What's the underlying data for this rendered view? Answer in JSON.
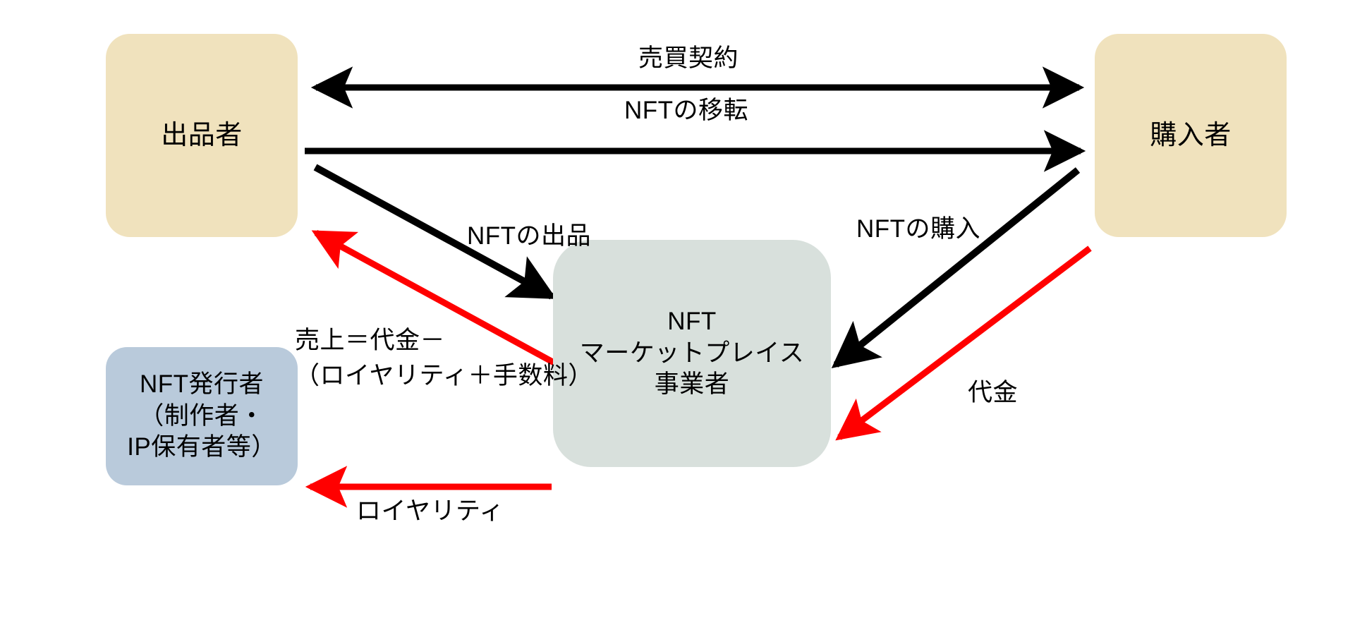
{
  "diagram": {
    "title": "NFT marketplace transaction flow",
    "colors": {
      "beige_node": "#f0e2bd",
      "blue_node": "#b9cadb",
      "green_node": "#d8e0dc",
      "black_arrow": "#000000",
      "red_arrow": "#ff0000",
      "background": "#ffffff"
    },
    "nodes": {
      "seller": {
        "label": "出品者"
      },
      "buyer": {
        "label": "購入者"
      },
      "issuer": {
        "label": "NFT発行者\n（制作者・\nIP保有者等）"
      },
      "marketplace": {
        "label": "NFT\nマーケットプレイス\n事業者"
      }
    },
    "edges": {
      "sales_contract": {
        "label": "売買契約",
        "from": "seller",
        "to": "buyer",
        "direction": "bidirectional",
        "color": "#000000"
      },
      "nft_transfer": {
        "label": "NFTの移転",
        "from": "seller",
        "to": "buyer",
        "direction": "forward",
        "color": "#000000"
      },
      "nft_listing": {
        "label": "NFTの出品",
        "from": "seller",
        "to": "marketplace",
        "direction": "forward",
        "color": "#000000"
      },
      "nft_purchase": {
        "label": "NFTの購入",
        "from": "buyer",
        "to": "marketplace",
        "direction": "forward",
        "color": "#000000"
      },
      "revenue": {
        "label": "売上＝代金－\n（ロイヤリティ＋手数料）",
        "from": "marketplace",
        "to": "seller",
        "direction": "forward",
        "color": "#ff0000"
      },
      "payment": {
        "label": "代金",
        "from": "buyer",
        "to": "marketplace",
        "direction": "forward",
        "color": "#ff0000"
      },
      "royalty": {
        "label": "ロイヤリティ",
        "from": "marketplace",
        "to": "issuer",
        "direction": "forward",
        "color": "#ff0000"
      }
    }
  }
}
